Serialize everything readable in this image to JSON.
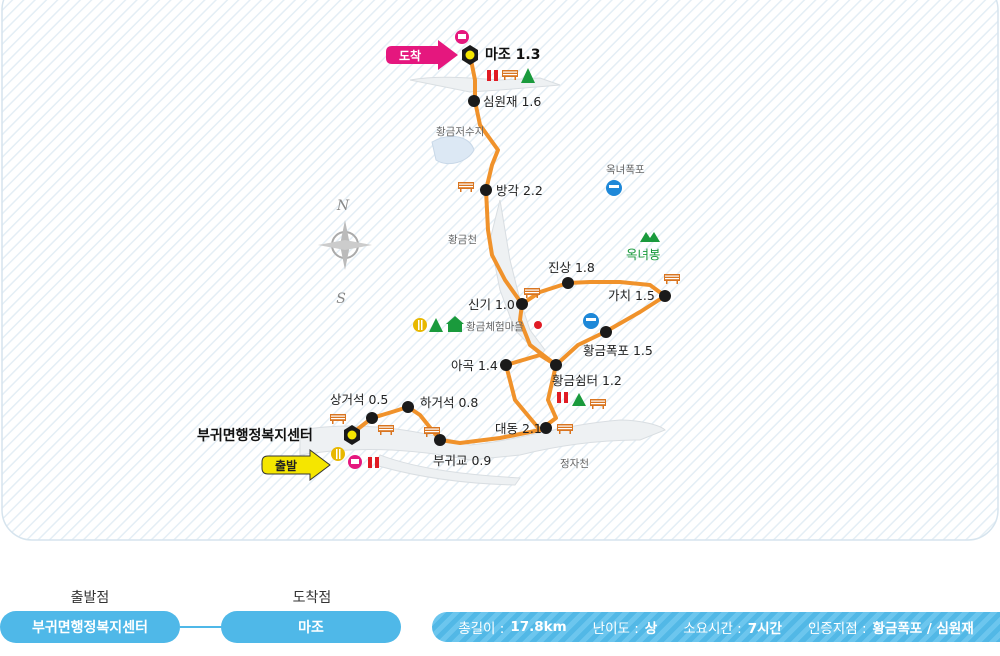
{
  "map": {
    "compass": {
      "n": "N",
      "s": "S"
    },
    "start_tag": "출발",
    "end_tag": "도착",
    "trailhead": "부귀면행정복지센터",
    "points": {
      "majo": "마조 1.3",
      "simwonjae": "심원재 1.6",
      "banggak": "방각  2.2",
      "jinsang": "진상 1.8",
      "gachi": "가치 1.5",
      "singi": "신기 1.0",
      "hwanggeum_falls": "황금폭포 1.5",
      "agok": "아곡 1.4",
      "hwanggeum_shelter": "황금쉼터 1.2",
      "sanggeoseok": "상거석 0.5",
      "hageoseok": "하거석 0.8",
      "daedong": "대동 2.1",
      "bugwigyo": "부귀교 0.9"
    },
    "places": {
      "reservoir": "황금저수지",
      "oknyeo_falls": "옥녀폭포",
      "oknyeobong": "옥녀봉",
      "hwanggeumcheon": "황금천",
      "experience_village": "황금체험마을",
      "jeongjacheon": "정자천"
    }
  },
  "info": {
    "start_caption": "출발점",
    "start_value": "부귀면행정복지센터",
    "end_caption": "도착점",
    "end_value": "마조",
    "length_label": "총길이 :",
    "length_value": "17.8km",
    "difficulty_label": "난이도 :",
    "difficulty_value": "상",
    "time_label": "소요시간 :",
    "time_value": "7시간",
    "checkpoints_label": "인증지점 :",
    "checkpoints_value": "황금폭포 / 심원재"
  },
  "colors": {
    "trail": "#f0922b",
    "node": "#1a1a1a",
    "accent_blue": "#4fb8e8",
    "start_arrow": "#f5e600",
    "end_arrow": "#e5177e",
    "mountain_green": "#1a9a3c"
  }
}
